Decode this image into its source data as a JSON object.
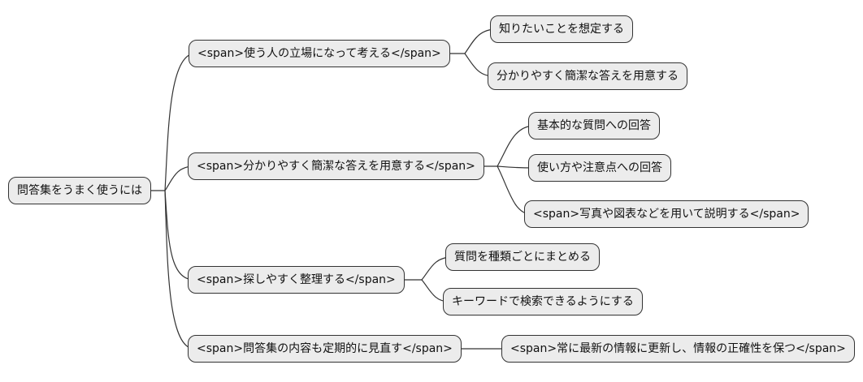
{
  "mindmap": {
    "title": "問答集をうまく使うには mind map",
    "colors": {
      "background": "#ffffff",
      "node_fill": "#ececec",
      "node_border": "#333333",
      "edge": "#333333",
      "text": "#111111"
    },
    "root": {
      "label": "問答集をうまく使うには"
    },
    "branches": [
      {
        "label": "<span>使う人の立場になって考える</span>",
        "children": [
          {
            "label": "知りたいことを想定する"
          },
          {
            "label": "分かりやすく簡潔な答えを用意する"
          }
        ]
      },
      {
        "label": "<span>分かりやすく簡潔な答えを用意する</span>",
        "children": [
          {
            "label": "基本的な質問への回答"
          },
          {
            "label": "使い方や注意点への回答"
          },
          {
            "label": "<span>写真や図表などを用いて説明する</span>"
          }
        ]
      },
      {
        "label": "<span>探しやすく整理する</span>",
        "children": [
          {
            "label": "質問を種類ごとにまとめる"
          },
          {
            "label": "キーワードで検索できるようにする"
          }
        ]
      },
      {
        "label": "<span>問答集の内容も定期的に見直す</span>",
        "children": [
          {
            "label": "<span>常に最新の情報に更新し、情報の正確性を保つ</span>"
          }
        ]
      }
    ]
  }
}
